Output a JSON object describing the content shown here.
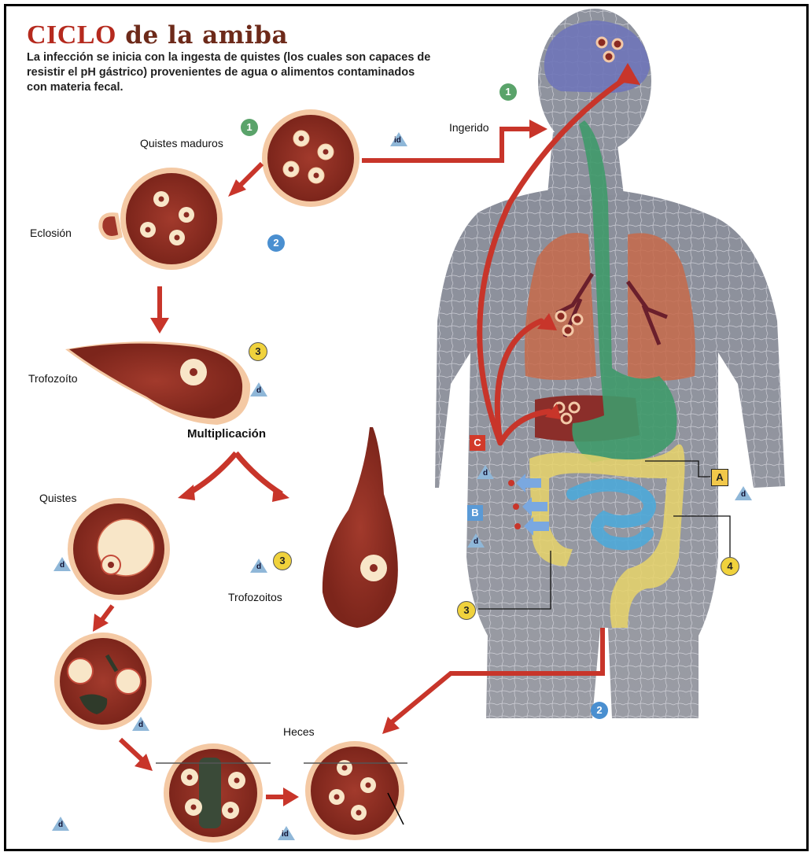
{
  "title": {
    "part1": "CICLO",
    "part2": "de la amiba"
  },
  "intro": "La infección se inicia con la ingesta de quistes (los cuales son capaces de resistir el pH gástrico) provenientes de agua o alimentos contaminados con materia fecal.",
  "labels": {
    "quistes_maduros": "Quistes maduros",
    "eclosion": "Eclosión",
    "trofozoito": "Trofozoíto",
    "multiplicacion": "Multiplicación",
    "quistes": "Quistes",
    "trofozoitos": "Trofozoitos",
    "ingerido": "Ingerido",
    "heces": "Heces"
  },
  "badges": {
    "one": "1",
    "two": "2",
    "three": "3",
    "four": "4"
  },
  "letters": {
    "a": "A",
    "b": "B",
    "c": "C"
  },
  "marks": {
    "d": "d",
    "id": "id"
  },
  "colors": {
    "title_red": "#b52a1e",
    "title_brown": "#6d2a1a",
    "arrow_red": "#c8352a",
    "cell_fill": "#8e2e22",
    "cell_rim": "#f4c9a4"
  }
}
